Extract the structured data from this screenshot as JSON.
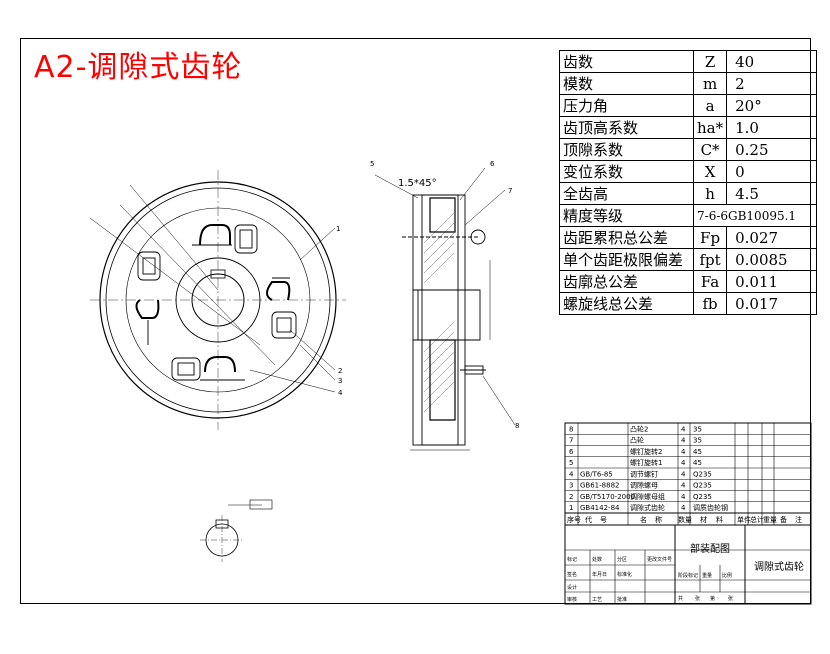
{
  "title": "A2-调隙式齿轮",
  "params": [
    {
      "name": "齿数",
      "symbol": "Z",
      "value": "40"
    },
    {
      "name": "模数",
      "symbol": "m",
      "value": "2"
    },
    {
      "name": "压力角",
      "symbol": "a",
      "value": "20°"
    },
    {
      "name": "齿顶高系数",
      "symbol": "ha*",
      "value": "1.0"
    },
    {
      "name": "顶隙系数",
      "symbol": "C*",
      "value": "0.25"
    },
    {
      "name": "变位系数",
      "symbol": "X",
      "value": "0"
    },
    {
      "name": "全齿高",
      "symbol": "h",
      "value": "4.5"
    },
    {
      "name": "精度等级",
      "merged": "7-6-6GB10095.1"
    },
    {
      "name": "齿距累积总公差",
      "symbol": "Fp",
      "value": "0.027"
    },
    {
      "name": "单个齿距极限偏差",
      "symbol": "fpt",
      "value": "0.0085"
    },
    {
      "name": "齿廓总公差",
      "symbol": "Fa",
      "value": "0.011"
    },
    {
      "name": "螺旋线总公差",
      "symbol": "fb",
      "value": "0.017"
    }
  ],
  "drawing": {
    "chamfer": "1.5*45°",
    "callouts_front": [
      "1",
      "2",
      "3",
      "4"
    ],
    "callouts_side": [
      "5",
      "6",
      "7",
      "8"
    ]
  },
  "bom": {
    "rows": [
      {
        "no": "8",
        "code": "",
        "name": "凸轮2",
        "qty": "4",
        "material": "35"
      },
      {
        "no": "7",
        "code": "",
        "name": "凸轮",
        "qty": "4",
        "material": "35"
      },
      {
        "no": "6",
        "code": "",
        "name": "螺钉旋转2",
        "qty": "4",
        "material": "45"
      },
      {
        "no": "5",
        "code": "",
        "name": "螺钉旋转1",
        "qty": "4",
        "material": "45"
      },
      {
        "no": "4",
        "code": "GB/T6-85",
        "name": "调节螺钉",
        "qty": "4",
        "material": "Q235"
      },
      {
        "no": "3",
        "code": "GB61-8882",
        "name": "调隙螺母",
        "qty": "4",
        "material": "Q235"
      },
      {
        "no": "2",
        "code": "GB/T5170-2000",
        "name": "调隙螺母组",
        "qty": "4",
        "material": "Q235"
      },
      {
        "no": "1",
        "code": "GB4142-84",
        "name": "调隙式齿轮",
        "qty": "4",
        "material": "调质齿轮钢"
      }
    ],
    "header": [
      "序号",
      "代",
      "号",
      "名",
      "称",
      "数量",
      "材",
      "料",
      "单件",
      "总计",
      "重量",
      "备",
      "注"
    ]
  },
  "title_block": {
    "drawing_name": "部装配图",
    "part_name": "调隙式齿轮",
    "labels": [
      "标记",
      "处数",
      "分区",
      "更改文件号",
      "签名",
      "年月日",
      "设计",
      "标准化",
      "审核",
      "工艺",
      "批准",
      "阶段标记",
      "重量",
      "比例",
      "共",
      "张",
      "第",
      "张"
    ]
  }
}
